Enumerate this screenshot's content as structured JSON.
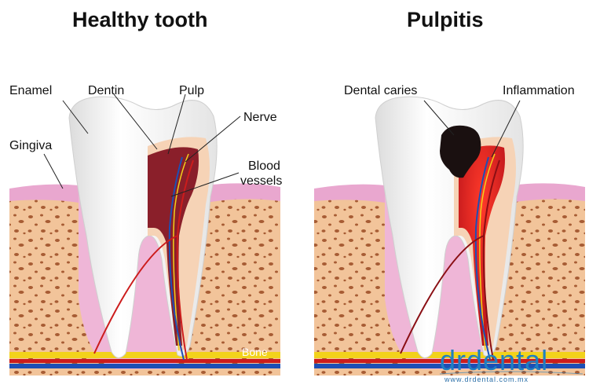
{
  "titles": {
    "left": "Healthy tooth",
    "right": "Pulpitis"
  },
  "labels_left": {
    "enamel": "Enamel",
    "dentin": "Dentin",
    "pulp": "Pulp",
    "nerve": "Nerve",
    "gingiva": "Gingiva",
    "blood_vessels_line1": "Blood",
    "blood_vessels_line2": "vessels",
    "bone": "Bone"
  },
  "labels_right": {
    "dental_caries": "Dental caries",
    "inflammation": "Inflammation"
  },
  "watermark": {
    "logo": "drdental",
    "tagline": "www.drdental.com.mx"
  },
  "colors": {
    "bone": "#f2c49a",
    "bone_pores": "#9a4a22",
    "gum": "#e9a7cf",
    "enamel": "#f4f4f4",
    "dentin": "#f6d3b6",
    "pulp_healthy": "#8a1f2a",
    "pulp_inflamed": "#e0201e",
    "caries": "#1a1010",
    "vein": "#1d4fb5",
    "artery": "#cc1c1c",
    "nerve": "#f2d21b",
    "logo": "#1f7fc2"
  }
}
